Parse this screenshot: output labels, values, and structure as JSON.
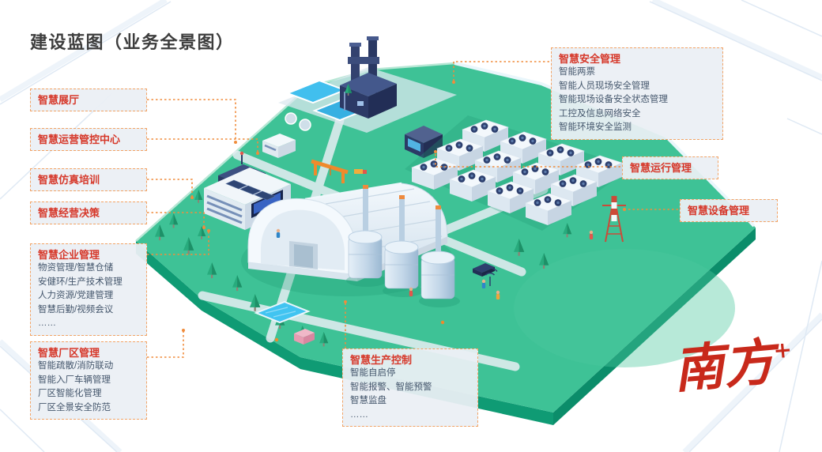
{
  "page": {
    "title": "建设蓝图（业务全景图）"
  },
  "callouts": {
    "exhibition": {
      "title": "智慧展厅"
    },
    "operations_center": {
      "title": "智慧运营管控中心"
    },
    "simulation_training": {
      "title": "智慧仿真培训"
    },
    "business_decision": {
      "title": "智慧经营决策"
    },
    "enterprise_management": {
      "title": "智慧企业管理",
      "items": [
        "物资管理/智慧仓储",
        "安健环/生产技术管理",
        "人力资源/党建管理",
        "智慧后勤/视频会议",
        "……"
      ]
    },
    "plant_management": {
      "title": "智慧厂区管理",
      "items": [
        "智能疏散/消防联动",
        "智能入厂车辆管理",
        "厂区智能化管理",
        "厂区全景安全防范"
      ]
    },
    "safety_management": {
      "title": "智慧安全管理",
      "items": [
        "智能两票",
        "智能人员现场安全管理",
        "智能现场设备安全状态管理",
        "工控及信息网络安全",
        "智能环境安全监测"
      ]
    },
    "operation_management": {
      "title": "智慧运行管理"
    },
    "equipment_management": {
      "title": "智慧设备管理"
    },
    "production_control": {
      "title": "智慧生产控制",
      "items": [
        "智能自启停",
        "智能报警、智能预警",
        "智慧监盘",
        "……"
      ]
    }
  },
  "logo": {
    "text": "南方",
    "plus": "+"
  },
  "colors": {
    "accent_red": "#d6382a",
    "callout_border_orange": "#f2a365",
    "connector_orange": "#f08c3c",
    "item_text": "#44566c",
    "platform_teal": "#3ec296",
    "platform_side": "#0f9b74",
    "building_navy": "#2c3a66",
    "water_blue": "#41bfee",
    "logo_red": "#c8291b"
  }
}
